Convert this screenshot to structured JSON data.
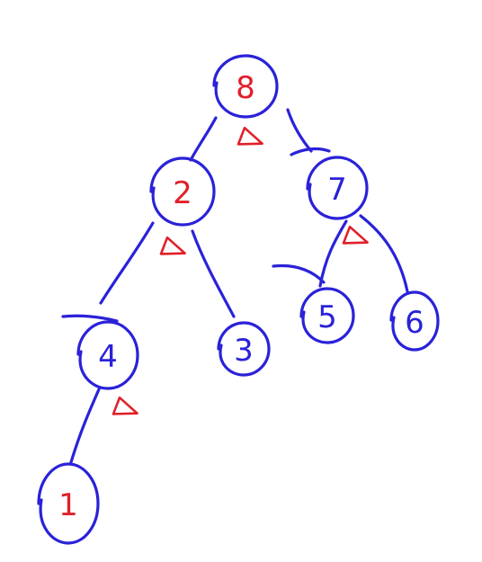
{
  "diagram": {
    "colors": {
      "ink": "#2a22d8",
      "marker": "#e0202a",
      "background": "#ffffff"
    },
    "nodes": [
      {
        "id": "n8",
        "label": "8",
        "label_color": "marker"
      },
      {
        "id": "n2",
        "label": "2",
        "label_color": "marker"
      },
      {
        "id": "n7",
        "label": "7",
        "label_color": "ink"
      },
      {
        "id": "n4",
        "label": "4",
        "label_color": "ink"
      },
      {
        "id": "n3",
        "label": "3",
        "label_color": "ink"
      },
      {
        "id": "n5",
        "label": "5",
        "label_color": "ink"
      },
      {
        "id": "n6",
        "label": "6",
        "label_color": "ink"
      },
      {
        "id": "n1",
        "label": "1",
        "label_color": "marker"
      }
    ],
    "edges": [
      {
        "from": "n8",
        "to": "n2"
      },
      {
        "from": "n8",
        "to": "n7"
      },
      {
        "from": "n2",
        "to": "n4"
      },
      {
        "from": "n2",
        "to": "n3"
      },
      {
        "from": "n7",
        "to": "n5"
      },
      {
        "from": "n7",
        "to": "n6"
      },
      {
        "from": "n4",
        "to": "n1"
      }
    ],
    "markers": [
      {
        "near": "n8",
        "shape": "triangle"
      },
      {
        "near": "n2",
        "shape": "triangle"
      },
      {
        "near": "n7",
        "shape": "triangle"
      },
      {
        "near": "n4",
        "shape": "triangle"
      }
    ]
  }
}
